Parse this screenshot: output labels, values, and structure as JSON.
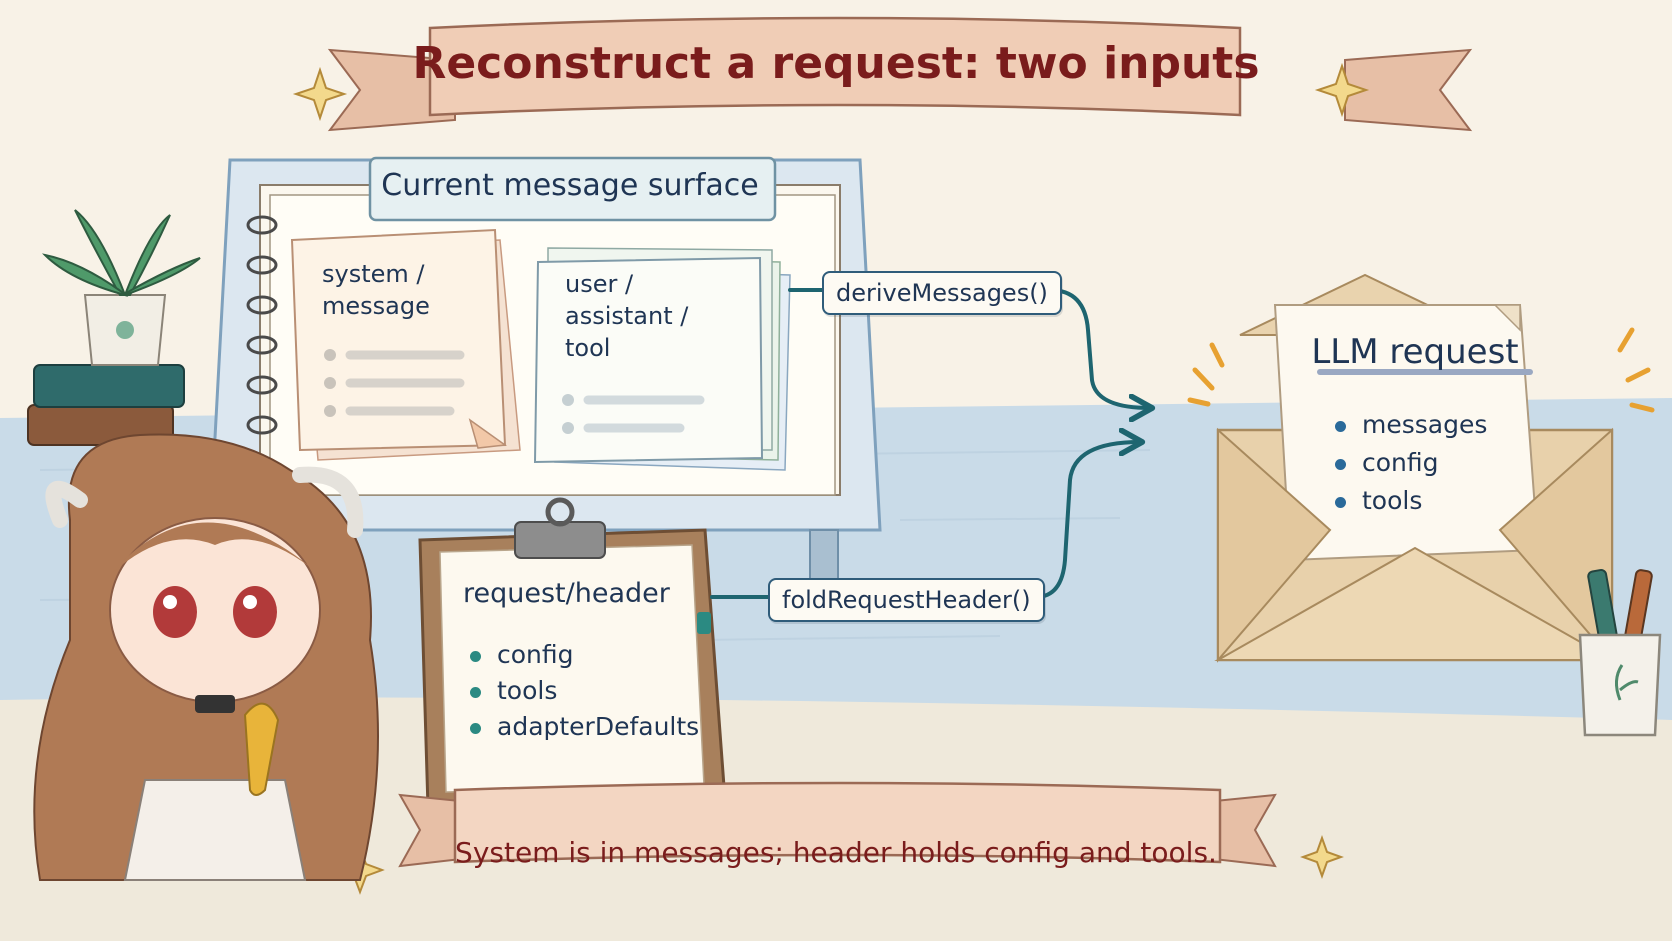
{
  "title": "Reconstruct a request: two inputs",
  "surface": {
    "label": "Current message surface",
    "system_doc": [
      "system /",
      "message"
    ],
    "user_doc": [
      "user /",
      "assistant /",
      "tool"
    ]
  },
  "functions": {
    "derive": "deriveMessages()",
    "fold": "foldRequestHeader()"
  },
  "header": {
    "title": "request/header",
    "items": [
      "config",
      "tools",
      "adapterDefaults"
    ]
  },
  "llm": {
    "title": "LLM request",
    "items": [
      "messages",
      "config",
      "tools"
    ]
  },
  "footer": "System is in messages; header holds config and tools.",
  "colors": {
    "title_text": "#7a1c1c",
    "ink": "#1f3554",
    "arrow": "#1e6570",
    "banner": "#f0cdb6",
    "bullet_teal": "#2b8a82",
    "bullet_blue": "#2a6a9a"
  }
}
